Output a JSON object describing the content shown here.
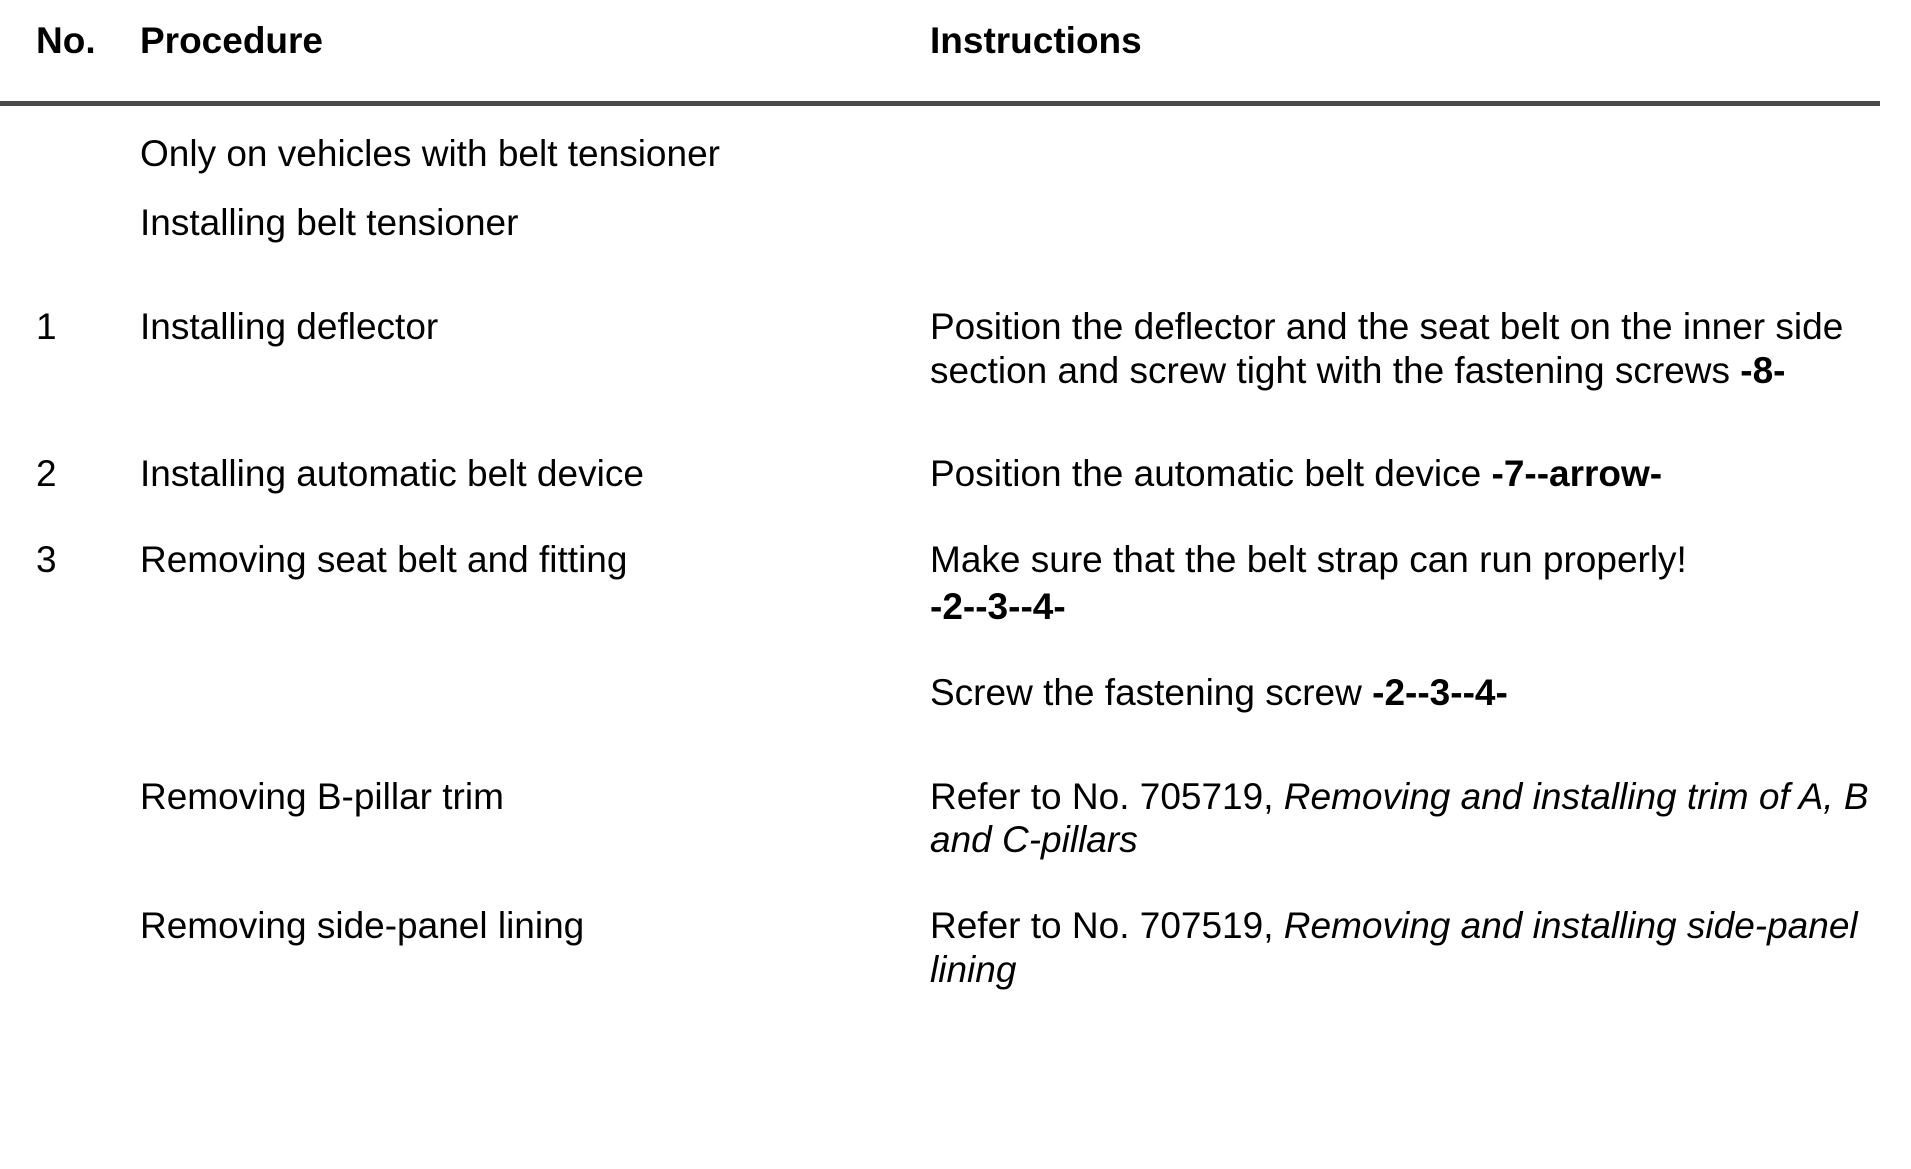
{
  "document": {
    "type": "procedure-table",
    "columns": {
      "no": "No.",
      "procedure": "Procedure",
      "instructions": "Instructions"
    },
    "divider_color": "#4a4a4a",
    "intro": {
      "line1": "Only on vehicles with belt tensioner",
      "line2": "Installing belt tensioner"
    },
    "rows": [
      {
        "no": "1",
        "procedure": "Installing deflector",
        "instructions": {
          "text_before": "Position the deflector and the seat belt on the inner side section and screw tight with the fastening screws ",
          "bold": "-8-",
          "text_after": ""
        }
      },
      {
        "no": "2",
        "procedure": "Installing automatic belt device",
        "instructions": {
          "text_before": "Position the automatic belt device ",
          "bold": "-7--arrow-",
          "text_after": ""
        }
      },
      {
        "no": "3",
        "procedure": "Removing seat belt and fitting",
        "instructions": {
          "p1_text": "Make sure that the belt strap can run properly!",
          "p1_bold": "-2--3--4-",
          "p2_text_before": "Screw the fastening screw ",
          "p2_bold": "-2--3--4-"
        }
      },
      {
        "no": "",
        "procedure": "Removing B-pillar trim",
        "instructions": {
          "text_before": "Refer to No. 705719, ",
          "italic": "Removing and installing trim of A, B and C-pillars",
          "text_after": ""
        }
      },
      {
        "no": "",
        "procedure": "Removing side-panel lining",
        "instructions": {
          "text_before": "Refer to No. 707519, ",
          "italic": "Removing and installing side-panel lining",
          "text_after": ""
        }
      }
    ]
  }
}
